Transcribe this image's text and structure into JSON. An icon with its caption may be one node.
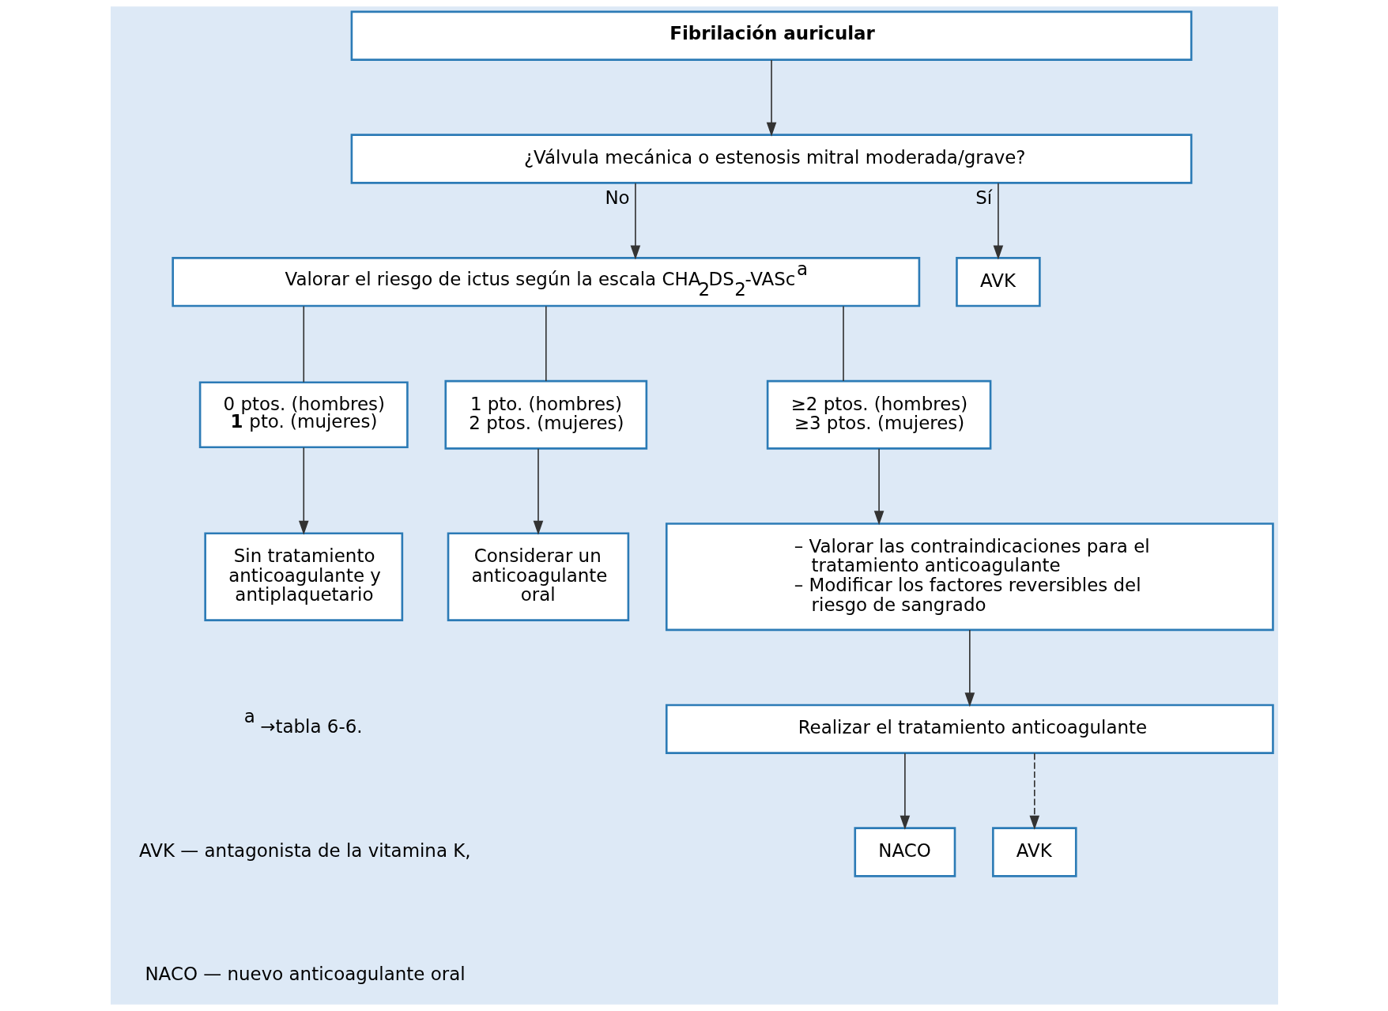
{
  "diagram": {
    "nodes": [
      {
        "text": [
          "Fibrilación auricular"
        ]
      },
      {
        "text": [
          "¿Válvula mecánica o estenosis mitral moderada/grave?"
        ]
      },
      {
        "text": [
          "Valorar el riesgo de ictus según la escala CHA$_{2}$DS$_{2}$-VASc$^{a}$"
        ]
      },
      {
        "text": [
          "AVK"
        ]
      },
      {
        "text": [
          "0 ptos. (hombres)",
          "**1** pto. (mujeres)"
        ]
      },
      {
        "text": [
          "1 pto. (hombres)",
          "2 ptos. (mujeres)"
        ]
      },
      {
        "text": [
          "≥2 ptos. (hombres)",
          "≥3 ptos. (mujeres)"
        ]
      },
      {
        "text": [
          "Sin tratamiento anticoagulante y antiplaquetario"
        ]
      },
      {
        "text": [
          "Considerar un anticoagulante oral"
        ]
      },
      {
        "text": [
          "– Valorar las contraindicaciones para el tratamiento anticoagulante",
          "– Modificar los factores reversibles del riesgo de sangrado"
        ]
      },
      {
        "text": [
          "Realizar el tratamiento anticoagulante"
        ]
      },
      {
        "text": [
          "NACO"
        ]
      },
      {
        "text": [
          "AVK"
        ]
      }
    ],
    "edges": [
      {
        "from": 0,
        "to": 1,
        "arrow": "to"
      },
      {
        "from": 1,
        "to": 2,
        "arrow": "to",
        "label": "No"
      },
      {
        "from": 1,
        "to": 3,
        "arrow": "to",
        "label": "Sí"
      },
      {
        "from": 2,
        "to": 4,
        "arrow": "none"
      },
      {
        "from": 2,
        "to": 5,
        "arrow": "none"
      },
      {
        "from": 2,
        "to": 6,
        "arrow": "none"
      },
      {
        "from": 4,
        "to": 7,
        "arrow": "to"
      },
      {
        "from": 5,
        "to": 8,
        "arrow": "to"
      },
      {
        "from": 6,
        "to": 9,
        "arrow": "to"
      },
      {
        "from": 9,
        "to": 10,
        "arrow": "to"
      },
      {
        "from": 10,
        "to": 11,
        "arrow": "to"
      },
      {
        "from": 10,
        "to": 12,
        "arrow": "to",
        "style": "dashed"
      }
    ],
    "labels": [
      "$^{a}$ →tabla 6-6.",
      "AVK — antagonista de la vitamina K,",
      "NACO — nuevo anticoagulante oral"
    ]
  }
}
